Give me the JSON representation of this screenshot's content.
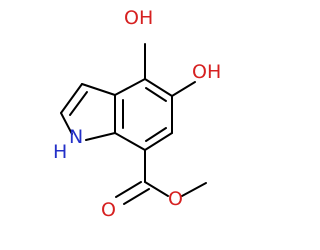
{
  "molecule": {
    "atoms": {
      "oh_top": "OH",
      "oh_right": "OH",
      "nh": "NH",
      "nh_h": "H",
      "nh_n": "N",
      "o_ester_carbonyl": "O",
      "o_ester_ether": "O"
    },
    "colors": {
      "bond": "#000000",
      "oxygen": "#d62020",
      "nitrogen": "#2330c8",
      "background": "#ffffff"
    }
  }
}
